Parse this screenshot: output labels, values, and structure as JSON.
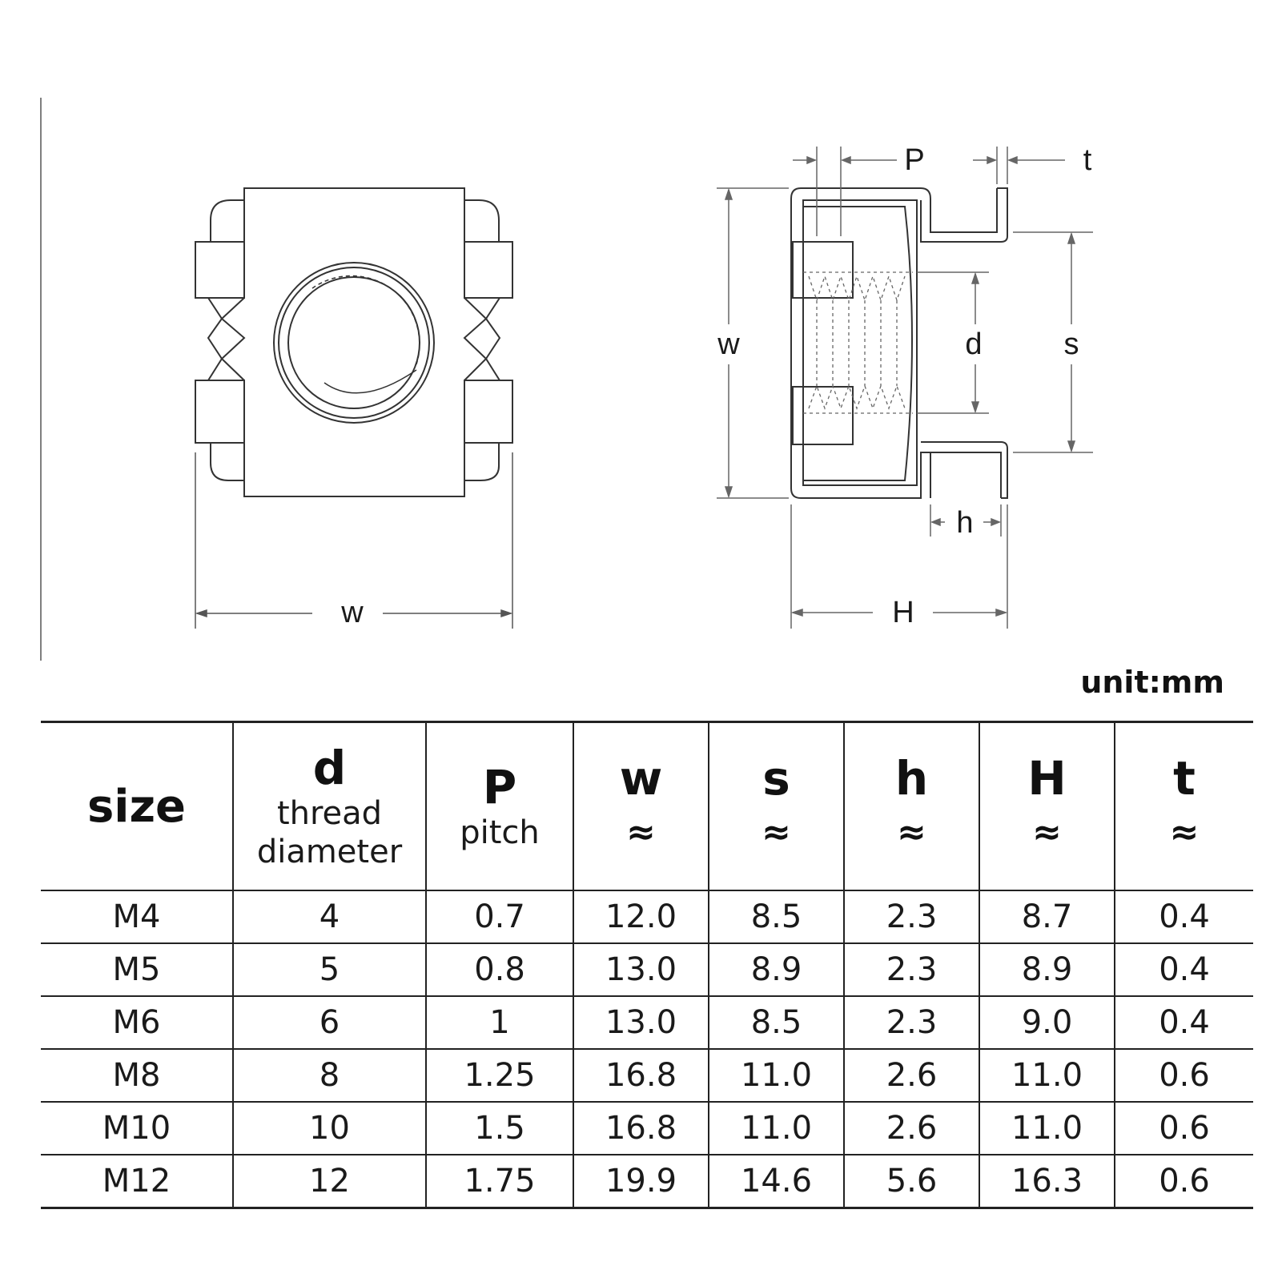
{
  "front_view": {
    "w_label": "w"
  },
  "side_view": {
    "P_label": "P",
    "t_label": "t",
    "w_label": "w",
    "d_label": "d",
    "s_label": "s",
    "h_label": "h",
    "H_label": "H"
  },
  "unit": "unit:mm",
  "table": {
    "headers": [
      {
        "symbol": "size",
        "sub": []
      },
      {
        "symbol": "d",
        "sub": [
          "thread",
          "diameter"
        ]
      },
      {
        "symbol": "P",
        "sub": [
          "pitch"
        ]
      },
      {
        "symbol": "w",
        "sub": [
          "≈"
        ]
      },
      {
        "symbol": "s",
        "sub": [
          "≈"
        ]
      },
      {
        "symbol": "h",
        "sub": [
          "≈"
        ]
      },
      {
        "symbol": "H",
        "sub": [
          "≈"
        ]
      },
      {
        "symbol": "t",
        "sub": [
          "≈"
        ]
      }
    ],
    "rows": [
      [
        "M4",
        "4",
        "0.7",
        "12.0",
        "8.5",
        "2.3",
        "8.7",
        "0.4"
      ],
      [
        "M5",
        "5",
        "0.8",
        "13.0",
        "8.9",
        "2.3",
        "8.9",
        "0.4"
      ],
      [
        "M6",
        "6",
        "1",
        "13.0",
        "8.5",
        "2.3",
        "9.0",
        "0.4"
      ],
      [
        "M8",
        "8",
        "1.25",
        "16.8",
        "11.0",
        "2.6",
        "11.0",
        "0.6"
      ],
      [
        "M10",
        "10",
        "1.5",
        "16.8",
        "11.0",
        "2.6",
        "11.0",
        "0.6"
      ],
      [
        "M12",
        "12",
        "1.75",
        "19.9",
        "14.6",
        "5.6",
        "16.3",
        "0.6"
      ]
    ]
  }
}
